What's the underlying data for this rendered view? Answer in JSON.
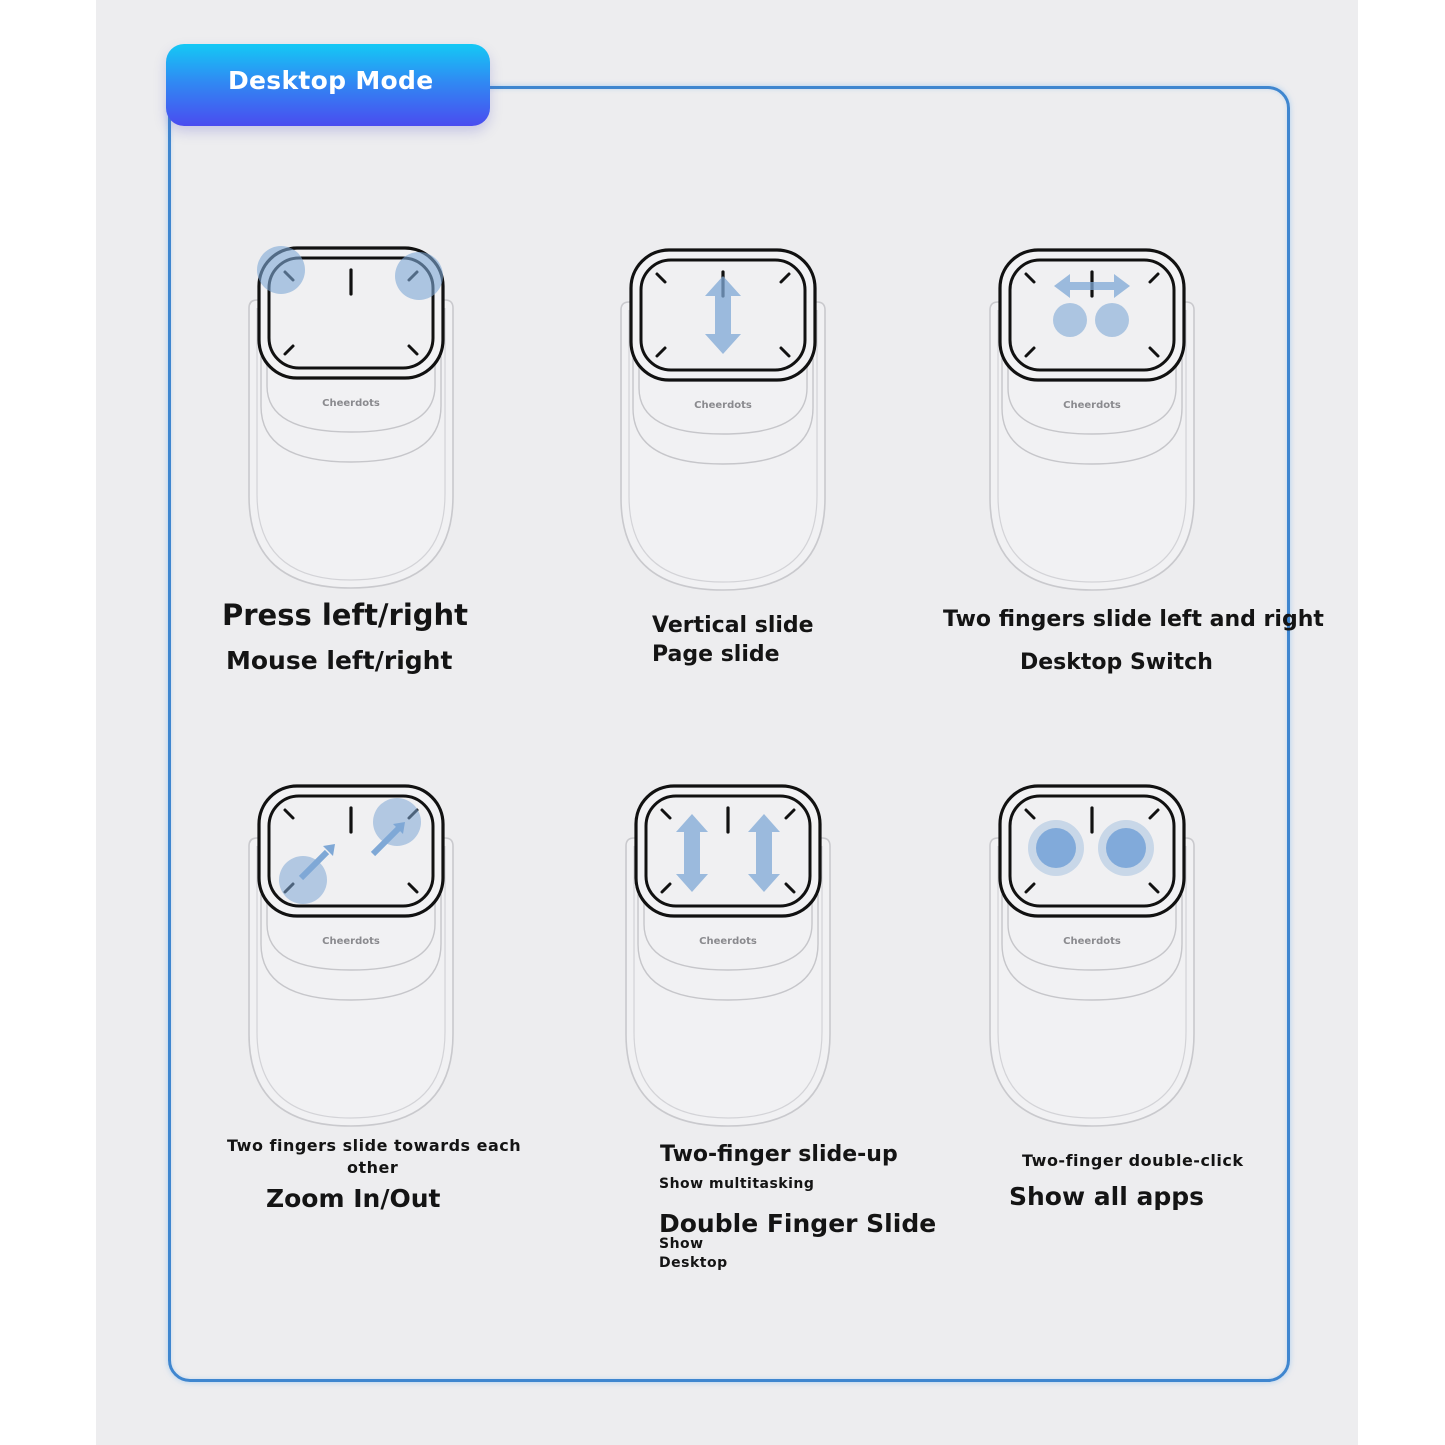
{
  "header": {
    "mode_title": "Desktop Mode"
  },
  "device": {
    "brand": "Cheerdots",
    "accent_color": "#7fa8d6",
    "frame_color": "#3f86cf",
    "badge_gradient": [
      "#14c9f5",
      "#4a4cf0"
    ]
  },
  "gestures": [
    {
      "gesture": "Press left/right",
      "action": "Mouse left/right",
      "icon": "two-top-corner-taps"
    },
    {
      "gesture": "Vertical slide",
      "action": "Page slide",
      "icon": "vertical-double-arrow"
    },
    {
      "gesture": "Two fingers slide left and right",
      "action": "Desktop Switch",
      "icon": "horizontal-arrow-two-dots"
    },
    {
      "gesture": "Two fingers slide towards each other",
      "gesture_line1": "Two fingers slide towards each",
      "gesture_line2": "other",
      "action": "Zoom In/Out",
      "icon": "pinch-diagonal-arrows"
    },
    {
      "gesture": "Two-finger slide-up",
      "action": "Show multitasking",
      "gesture2": "Double Finger Slide",
      "action2_line1": "Show",
      "action2_line2": "Desktop",
      "icon": "two-vertical-double-arrows"
    },
    {
      "gesture": "Two-finger double-click",
      "action": "Show all apps",
      "icon": "two-finger-double-tap"
    }
  ]
}
